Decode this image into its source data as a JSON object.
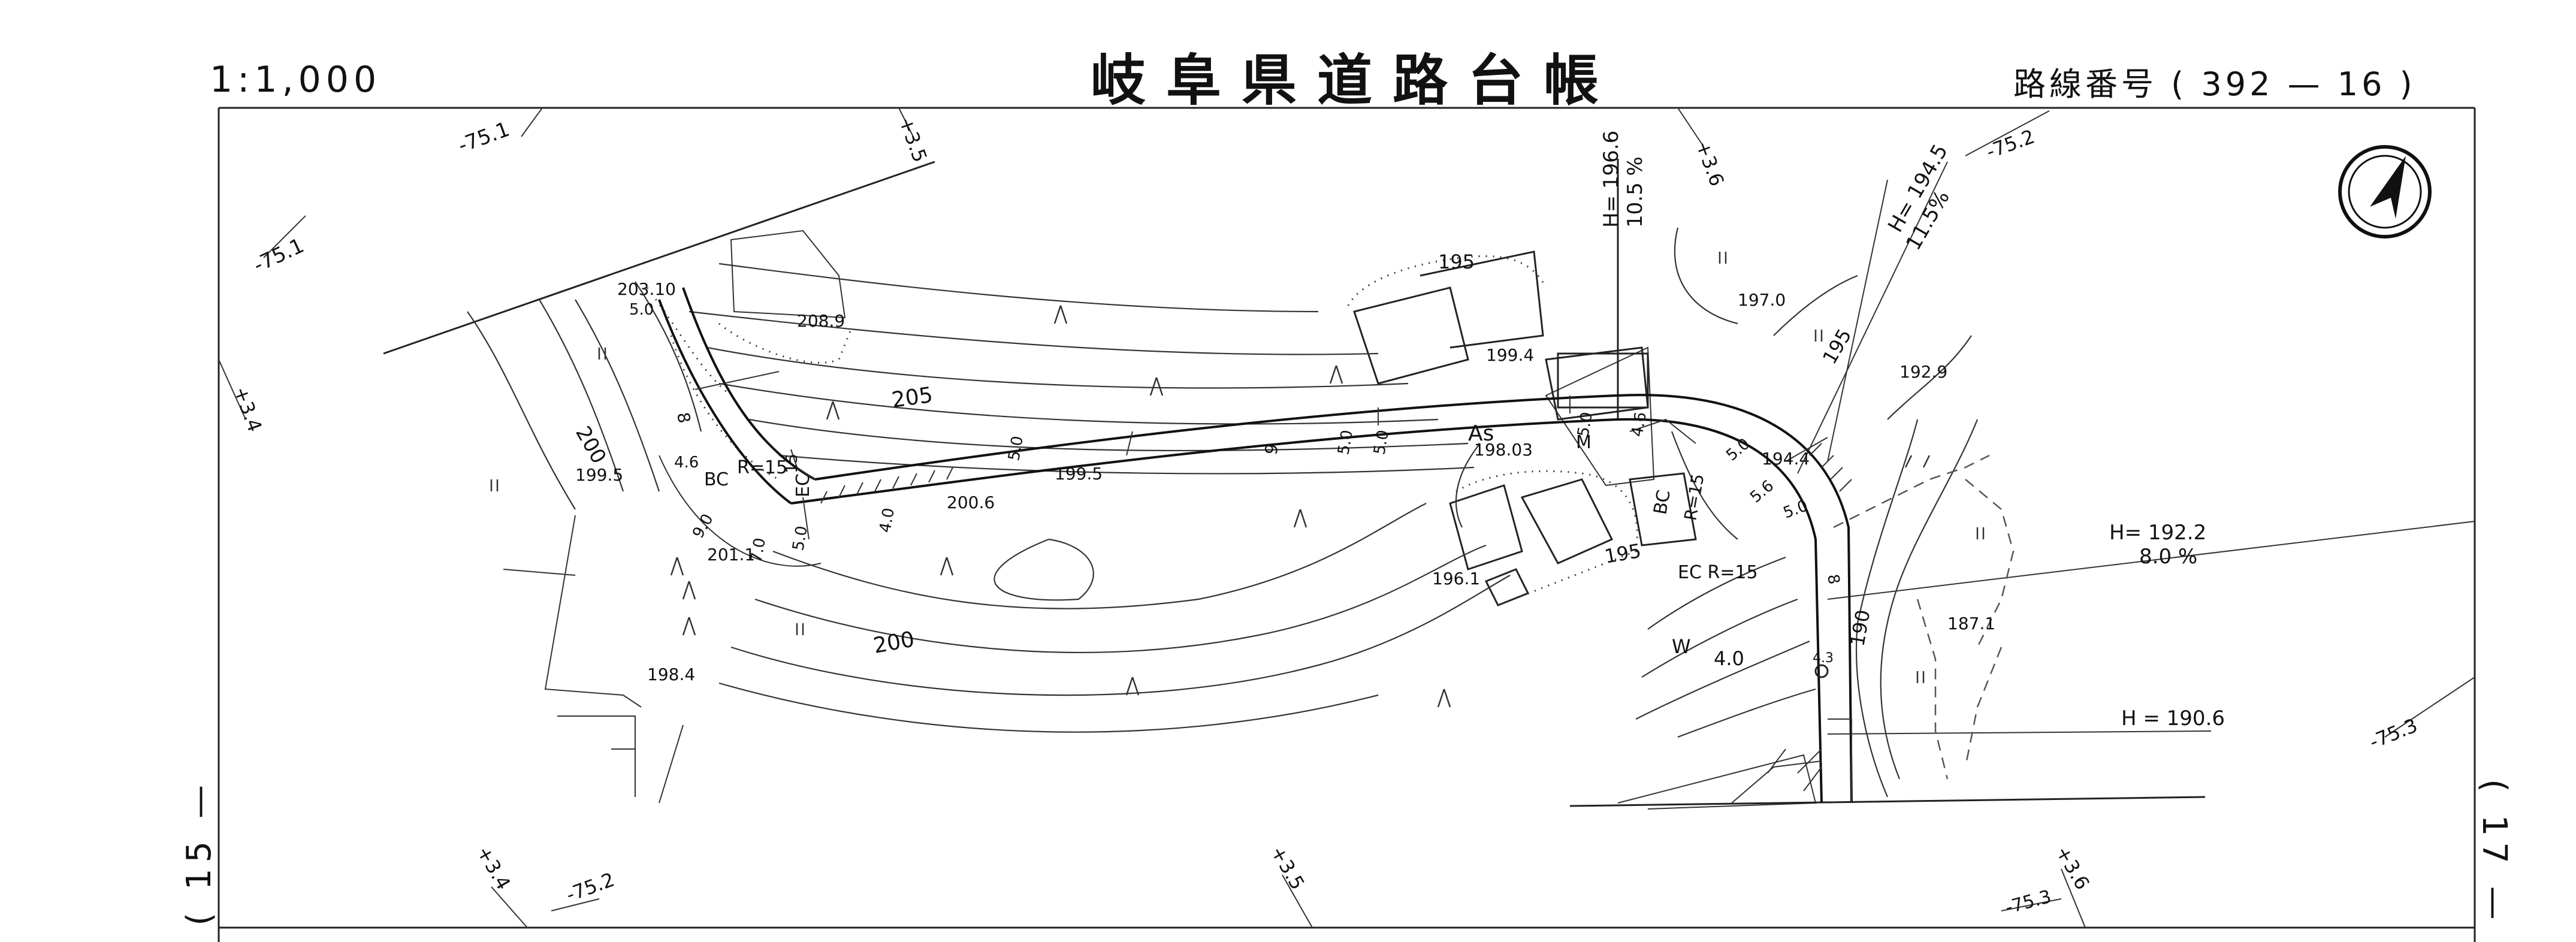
{
  "header": {
    "scale": "1:1,000",
    "title": "岐阜県道路台帳",
    "route_label": "路線番号",
    "route_number": "( 392 — 16 )"
  },
  "sheets": {
    "left": "( 15 —",
    "right": "( 17 —"
  },
  "grid_labels": {
    "x1": "-75.1",
    "x2": "-75.1",
    "x3": "-75.2",
    "x4": "-75.2",
    "x5": "-75.3",
    "x6": "-75.3",
    "y1": "+3.5",
    "y2": "+3.6",
    "y3": "+3.4",
    "y4": "+3.4",
    "y5": "+3.5",
    "y6": "+3.6"
  },
  "grades": {
    "g1": "H= 196.6",
    "g1p": "10.5 %",
    "g2": "H= 194.5",
    "g2p": "11.5%",
    "g3": "H= 192.2",
    "g3p": "8.0 %",
    "g4": "H = 190.6"
  },
  "contours": {
    "c195a": "195",
    "c205": "205",
    "c200a": "200",
    "c200b": "200",
    "c195b": "195",
    "c195c": "195",
    "c190": "190"
  },
  "spot_heights": {
    "s1": "203.10",
    "s2": "208.9",
    "s3": "199.4",
    "s4": "197.0",
    "s5": "192.9",
    "s6": "199.5",
    "s7": "198.03",
    "s8": "199.5",
    "s9": "200.6",
    "s10": "201.1",
    "s11": "196.1",
    "s12": "194.4",
    "s13": "187.1",
    "s14": "198.4"
  },
  "road_labels": {
    "surface": "As",
    "m": "M",
    "w": "W",
    "bc1": "BC",
    "ec1": "EC",
    "r1": "R=15",
    "bc2": "BC",
    "r2": "R=15",
    "ec2": "EC R=15",
    "d1": "5.0",
    "d2": "4.6",
    "d3": "8",
    "d4": "9.0",
    "d5": "7.0",
    "d6": "5.0",
    "d7": "15",
    "d8": "4.0",
    "d9": "5.0",
    "d10": "5.0",
    "d11": "5.0",
    "d12": "5.0",
    "d13": "4.6",
    "d14": "5.0",
    "d15": "5.6",
    "d16": "5.0",
    "d17": "8",
    "d18": "4.0",
    "d19": "4.3",
    "d20": "9"
  }
}
